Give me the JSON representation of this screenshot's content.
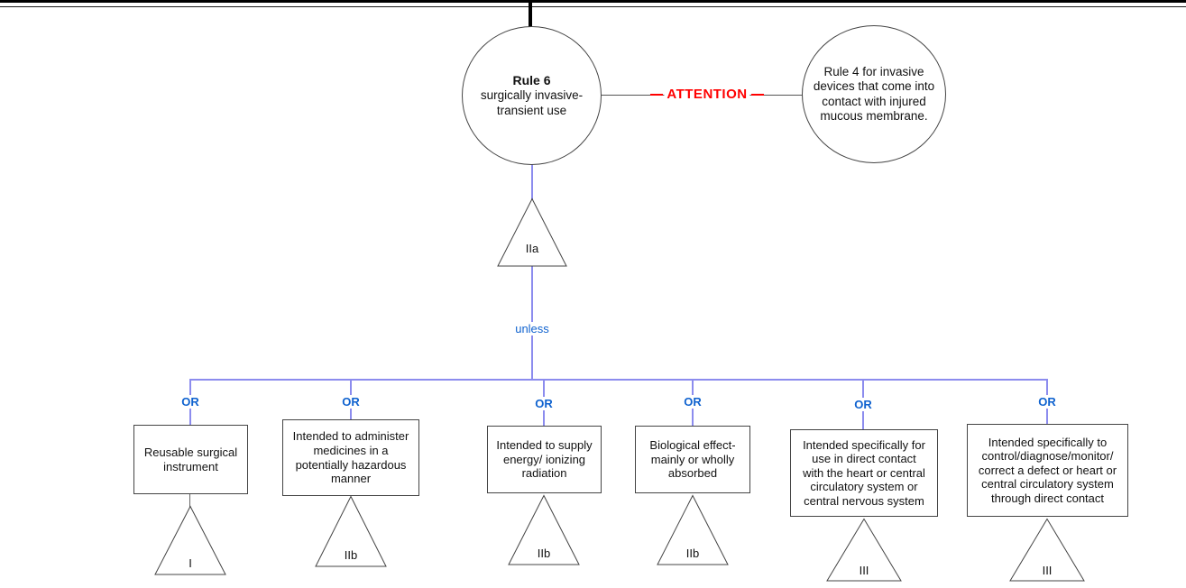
{
  "diagram": {
    "root": {
      "rule6_title": "Rule 6",
      "rule6_subtitle": "surgically invasive-\ntransient use",
      "attention_label": "ATTENTION",
      "rule4_note": "Rule 4 for invasive\ndevices that come into\ncontact with injured\nmucous membrane.",
      "class_iia": "IIa",
      "unless_label": "unless"
    },
    "branches": [
      {
        "or": "OR",
        "label": "Reusable surgical\ninstrument",
        "class": "I"
      },
      {
        "or": "OR",
        "label": "Intended to administer\nmedicines in a\npotentially hazardous\nmanner",
        "class": "IIb"
      },
      {
        "or": "OR",
        "label": "Intended to supply\nenergy/ ionizing\nradiation",
        "class": "IIb"
      },
      {
        "or": "OR",
        "label": "Biological effect-\nmainly or wholly\nabsorbed",
        "class": "IIb"
      },
      {
        "or": "OR",
        "label": "Intended specifically for\nuse in direct contact\nwith the heart or central\ncirculatory system or\ncentral nervous system",
        "class": "III"
      },
      {
        "or": "OR",
        "label": "Intended specifically to\ncontrol/diagnose/monitor/\ncorrect a defect or heart or\ncentral circulatory system\nthrough direct contact",
        "class": "III"
      }
    ],
    "colors": {
      "line_blue": "#8c8cee",
      "text_blue": "#0f62cf",
      "attention_red": "#ff0000"
    }
  }
}
